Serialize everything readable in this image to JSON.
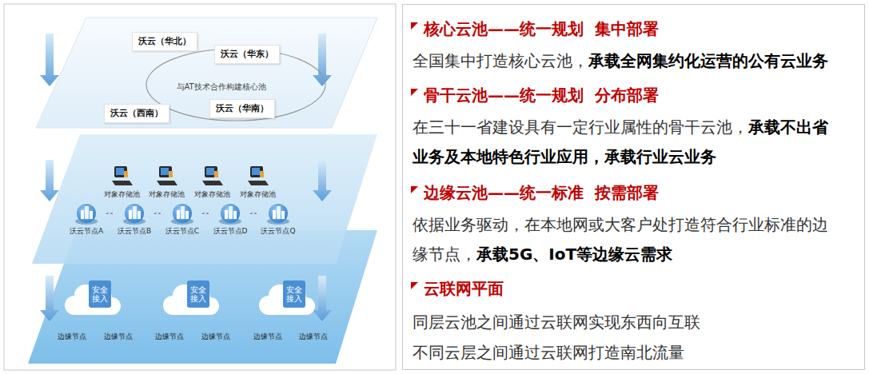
{
  "diagram": {
    "nodes": [
      {
        "text": [
          "与AT技术合作构建核心池"
        ]
      },
      {
        "text": [
          "沃云（华北）"
        ]
      },
      {
        "text": [
          "沃云（华东）"
        ]
      },
      {
        "text": [
          "沃云（西南）"
        ]
      },
      {
        "text": [
          "沃云（华南）"
        ]
      },
      {
        "text": [
          "沃云节点A"
        ]
      },
      {
        "text": [
          "沃云节点B"
        ]
      },
      {
        "text": [
          "沃云节点C"
        ]
      },
      {
        "text": [
          "沃云节点D"
        ]
      },
      {
        "text": [
          "沃云节点Q"
        ]
      }
    ],
    "edges": [
      {
        "from": 5,
        "to": 6,
        "arrow": "none"
      },
      {
        "from": 6,
        "to": 7,
        "arrow": "none"
      },
      {
        "from": 7,
        "to": 8,
        "arrow": "none"
      },
      {
        "from": 8,
        "to": 9,
        "arrow": "none"
      }
    ],
    "labels": [
      "对象存储池",
      "对象存储池",
      "对象存储池",
      "对象存储池",
      "安全接入",
      "安全接入",
      "安全接入",
      "边缘节点",
      "边缘节点",
      "边缘节点",
      "边缘节点",
      "边缘节点",
      "边缘节点",
      "核心云池——统一规划  集中部署",
      "全国集中打造核心云池，",
      "承载全网集约化运营的公有云业务",
      "骨干云池——统一规划  分布部署",
      "在三十一省建设具有一定行业属性的骨干云池，",
      "承载不出省业务及本地特色行业应用，承载行业云业务",
      "边缘云池——统一标准  按需部署",
      "依据业务驱动，在本地网或大客户处打造符合行业标准的边缘节点，",
      "承载5G、IoT等边缘云需求",
      "云联网平面",
      "同层云池之间通过云联网实现东西向互联",
      "不同云层之间通过云联网打造南北流量"
    ]
  }
}
